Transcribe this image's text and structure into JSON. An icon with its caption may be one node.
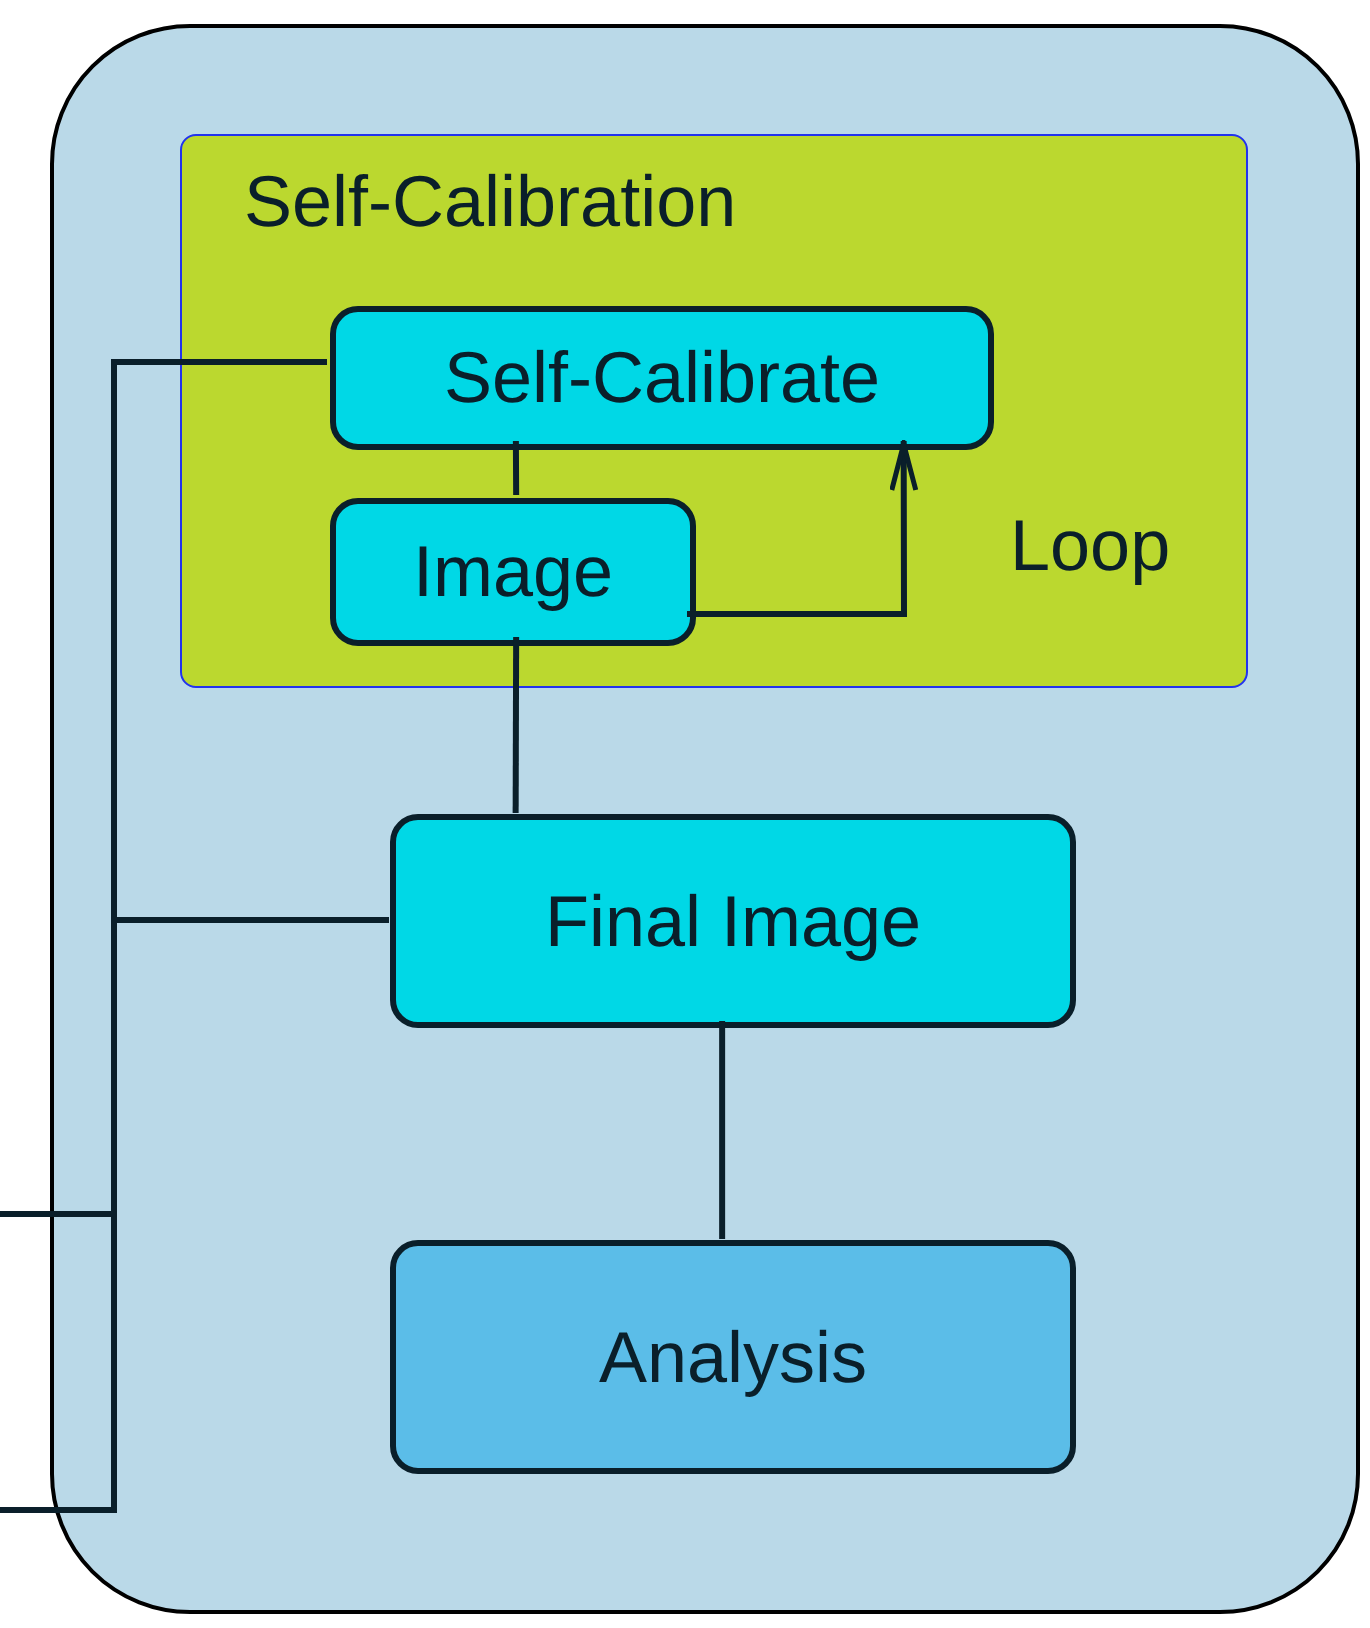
{
  "diagram": {
    "nodes": [
      {
        "text": [],
        "shape": "box"
      },
      {
        "text": [
          "Self-Calibration"
        ],
        "in": 0
      },
      {
        "text": [
          "Self-Calibrate"
        ],
        "in": 1
      },
      {
        "text": [
          "Image"
        ],
        "in": 1
      },
      {
        "text": [
          "Final Image"
        ],
        "in": 0
      },
      {
        "text": [
          "Analysis"
        ],
        "in": 0
      }
    ],
    "edges": [
      {
        "from": 2,
        "to": 3,
        "arrow": "none"
      },
      {
        "from": 3,
        "to": 2,
        "arrow": "to",
        "label": "Loop"
      },
      {
        "from": 3,
        "to": 4,
        "arrow": "none"
      },
      {
        "from": 4,
        "to": 5,
        "arrow": "none"
      },
      {
        "from": 2,
        "to": null,
        "arrow": "none"
      },
      {
        "from": 2,
        "to": null,
        "arrow": "none"
      },
      {
        "from": 4,
        "to": null,
        "arrow": "none"
      },
      {
        "from": 4,
        "to": null,
        "arrow": "none"
      }
    ]
  }
}
